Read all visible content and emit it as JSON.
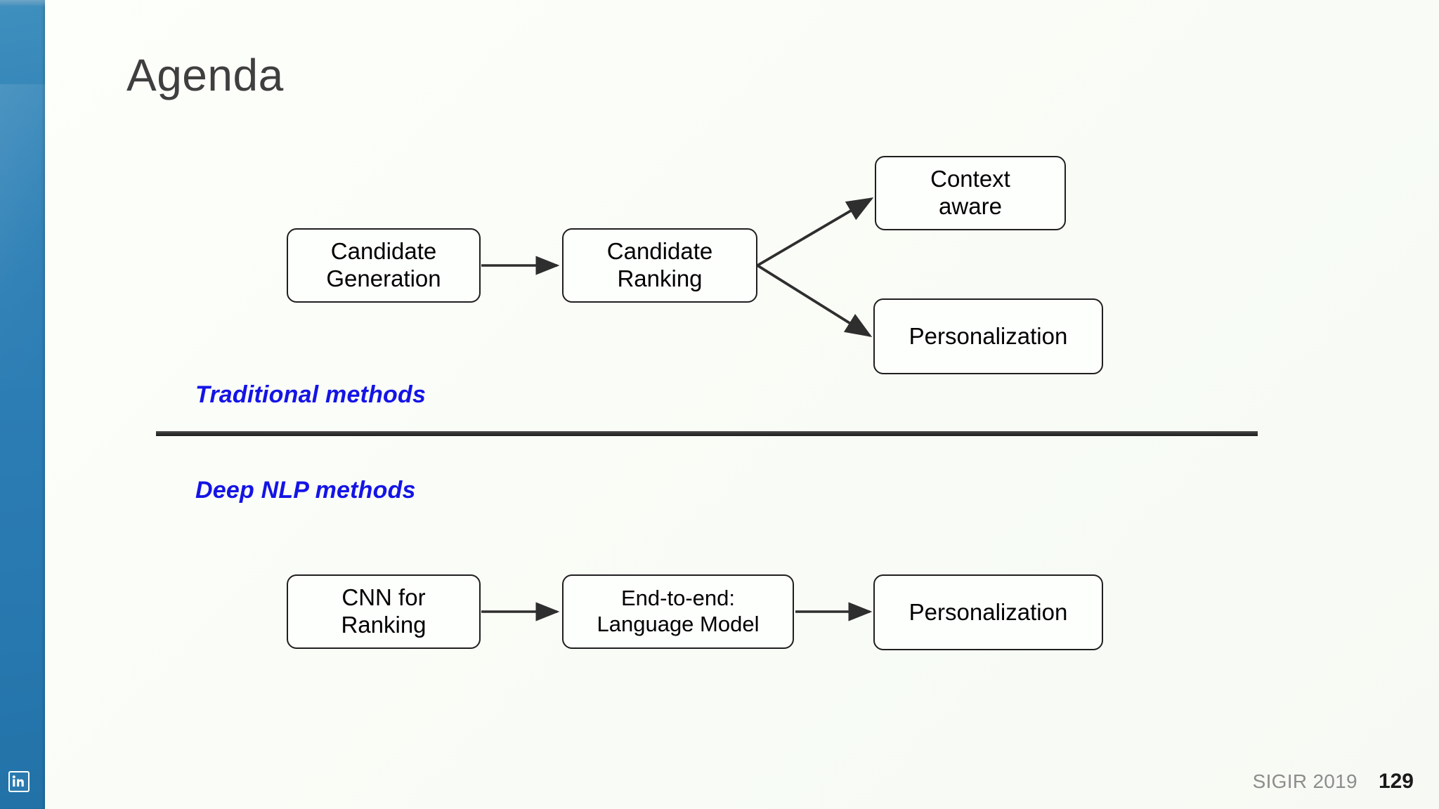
{
  "slide": {
    "title": "Agenda",
    "background_color": "#fbfdf8",
    "accent_color": "#2b7cb3",
    "highlight_color": "#1414e6"
  },
  "sidebar": {
    "logo_name": "linkedin-logo",
    "logo_text": "in"
  },
  "sections": [
    {
      "label": "Traditional methods"
    },
    {
      "label": "Deep NLP methods"
    }
  ],
  "diagram_top": {
    "nodes": [
      {
        "id": "candidate-generation",
        "line1": "Candidate",
        "line2": "Generation"
      },
      {
        "id": "candidate-ranking",
        "line1": "Candidate",
        "line2": "Ranking"
      },
      {
        "id": "context-aware",
        "line1": "Context",
        "line2": "aware"
      },
      {
        "id": "personalization-top",
        "line1": "Personalization",
        "line2": ""
      }
    ],
    "edges": [
      {
        "from": "candidate-generation",
        "to": "candidate-ranking"
      },
      {
        "from": "candidate-ranking",
        "to": "context-aware"
      },
      {
        "from": "candidate-ranking",
        "to": "personalization-top"
      }
    ]
  },
  "diagram_bottom": {
    "nodes": [
      {
        "id": "cnn-for-ranking",
        "line1": "CNN for",
        "line2": "Ranking"
      },
      {
        "id": "end-to-end-language-model",
        "line1": "End-to-end:",
        "line2": "Language Model"
      },
      {
        "id": "personalization-bottom",
        "line1": "Personalization",
        "line2": ""
      }
    ],
    "edges": [
      {
        "from": "cnn-for-ranking",
        "to": "end-to-end-language-model"
      },
      {
        "from": "end-to-end-language-model",
        "to": "personalization-bottom"
      }
    ]
  },
  "footer": {
    "conference": "SIGIR 2019",
    "slide_number": "129"
  }
}
